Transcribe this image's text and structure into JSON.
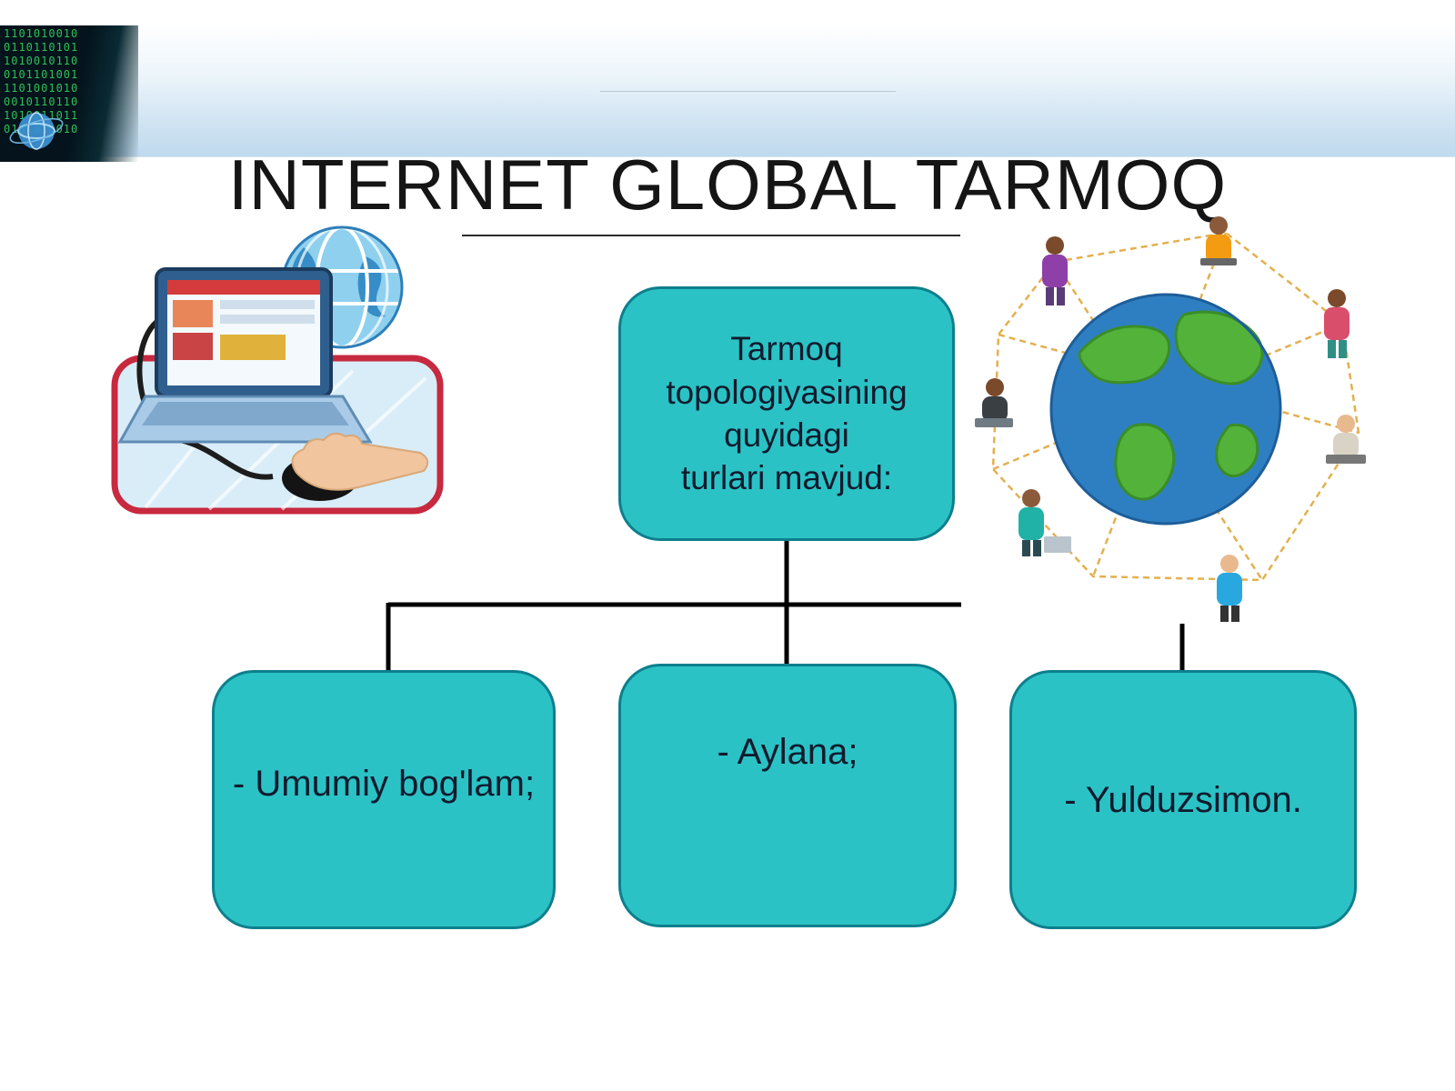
{
  "slide": {
    "title": "INTERNET GLOBAL TARMOQ"
  },
  "diagram": {
    "root": {
      "label": "Tarmoq\ntopologiyasining\nquyidagi\nturlari mavjud:"
    },
    "children": [
      {
        "label": "- Umumiy bog'lam;"
      },
      {
        "label": "- Aylana;"
      },
      {
        "label": "- Yulduzsimon."
      }
    ]
  },
  "decor": {
    "binary_lines": "1101010010\n0110110101\n1010010110\n0101101001\n1101001010\n0010110110\n1010011011\n0101010010"
  },
  "theme": {
    "colors": {
      "box_fill": "#2bc2c5",
      "box_border": "#0d7f8d",
      "box_text": "#101b2e",
      "connector": "#000000",
      "title_text": "#151515",
      "header_blue": "#bfdaee",
      "accent_red": "#c7293f"
    }
  }
}
